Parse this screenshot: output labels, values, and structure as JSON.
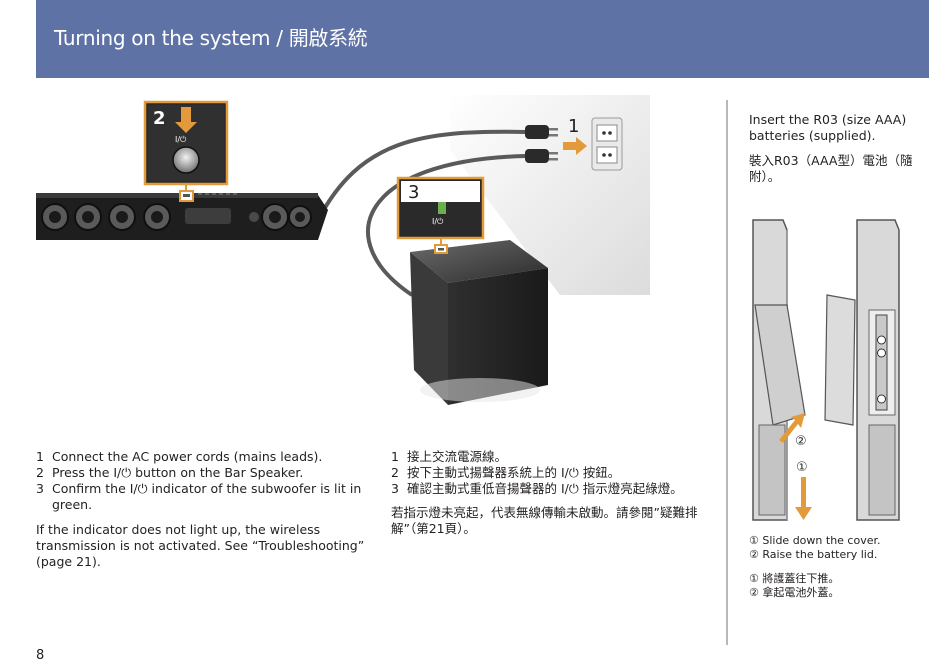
{
  "header": {
    "title": "Turning on the system / 開啟系統",
    "bg_color": "#5e72a6"
  },
  "illustration": {
    "callout_labels": [
      "1",
      "2",
      "3"
    ],
    "button_symbol": "I/⏻",
    "accent_color": "#e39a3b",
    "indicator_color": "#6ab04c"
  },
  "steps_en": [
    {
      "num": "1",
      "text": "Connect the AC power cords (mains leads)."
    },
    {
      "num": "2",
      "text": "Press the I/⏻ button on the Bar Speaker."
    },
    {
      "num": "3",
      "text": "Confirm the I/⏻ indicator of the subwoofer is lit in green."
    }
  ],
  "note_en": "If the indicator does not light up, the wireless transmission is not activated. See “Troubleshooting” (page 21).",
  "steps_zh": [
    {
      "num": "1",
      "text": "接上交流電源線。"
    },
    {
      "num": "2",
      "text": "按下主動式揚聲器系統上的 I/⏻ 按鈕。"
    },
    {
      "num": "3",
      "text": "確認主動式重低音揚聲器的 I/⏻ 指示燈亮起綠燈。"
    }
  ],
  "note_zh": "若指示燈未亮起，代表無線傳輸未啟動。請參閱”疑難排解”（第21頁）。",
  "sidebar": {
    "insert_en": "Insert the R03 (size AAA) batteries (supplied).",
    "insert_zh": "裝入R03（AAA型）電池（隨附）。",
    "markers": [
      "①",
      "②"
    ],
    "caption_en": [
      "① Slide down the cover.",
      "② Raise the battery lid."
    ],
    "caption_zh": [
      "① 將護蓋往下推。",
      "② 拿起電池外蓋。"
    ]
  },
  "page_number": "8"
}
